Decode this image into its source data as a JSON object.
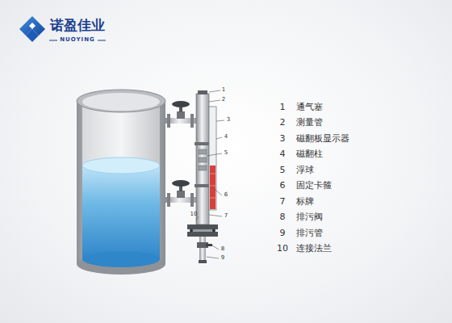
{
  "diagram": {
    "labels": [
      "诺盈佳业",
      "NUOYING",
      "1",
      "2",
      "3",
      "4",
      "5",
      "6",
      "7",
      "8",
      "9",
      "10",
      "1",
      "通气塞",
      "2",
      "测量管",
      "3",
      "磁翻板显示器",
      "4",
      "磁翻柱",
      "5",
      "浮球",
      "6",
      "固定卡箍",
      "7",
      "标牌",
      "8",
      "排污阀",
      "9",
      "排污管",
      "10",
      "连接法兰"
    ]
  }
}
